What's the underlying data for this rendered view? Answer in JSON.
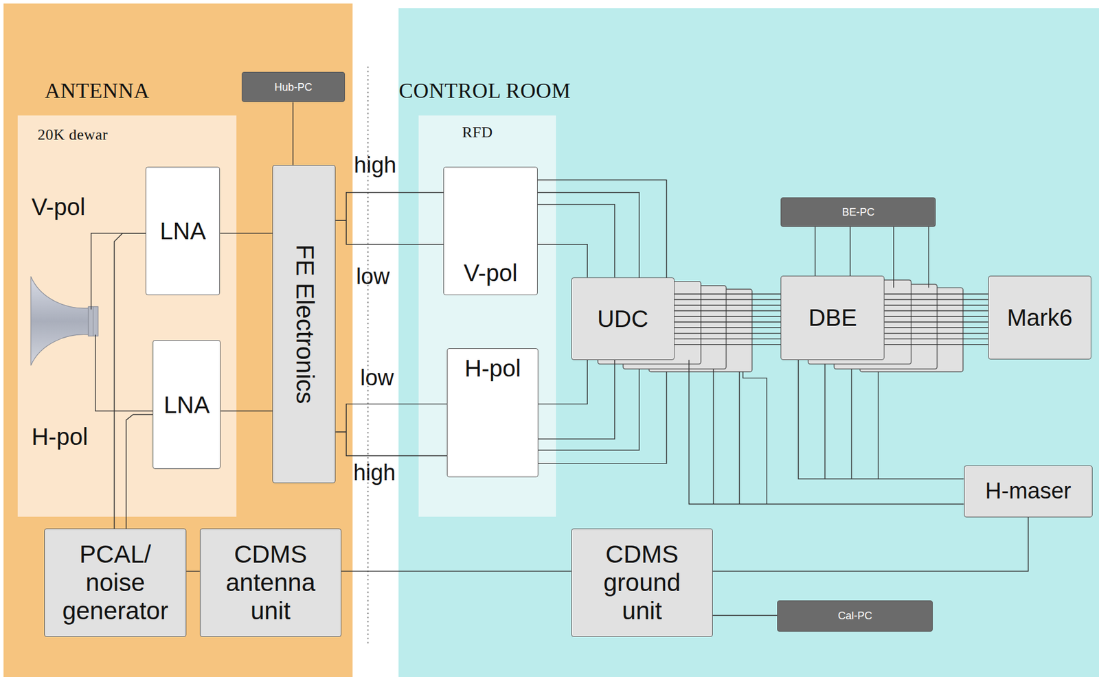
{
  "diagram": {
    "nodes": [
      {
        "text": [
          "ANTENNA"
        ]
      },
      {
        "text": [
          "20K dewar"
        ],
        "in": 0
      },
      {
        "text": [
          "Hub-PC"
        ],
        "in": 0
      },
      {
        "text": [
          "LNA"
        ],
        "in": 1
      },
      {
        "text": [
          "LNA"
        ],
        "in": 1
      },
      {
        "text": [
          "FE Electronics"
        ],
        "in": 0
      },
      {
        "text": [
          "PCAL/ noise generator"
        ],
        "in": 0
      },
      {
        "text": [
          "CDMS antenna unit"
        ],
        "in": 0
      },
      {
        "text": [
          "CONTROL ROOM"
        ]
      },
      {
        "text": [
          "RFD"
        ],
        "in": 8
      },
      {
        "text": [
          "V-pol"
        ],
        "in": 9
      },
      {
        "text": [
          "H-pol"
        ],
        "in": 9
      },
      {
        "text": [
          "UDC"
        ],
        "in": 8
      },
      {
        "text": [
          "BE-PC"
        ],
        "in": 8
      },
      {
        "text": [
          "DBE"
        ],
        "in": 8
      },
      {
        "text": [
          "Mark6"
        ],
        "in": 8
      },
      {
        "text": [
          "H-maser"
        ],
        "in": 8
      },
      {
        "text": [
          "CDMS ground unit"
        ],
        "in": 8
      },
      {
        "text": [
          "Cal-PC"
        ],
        "in": 8
      }
    ],
    "edges": [
      {
        "from": 3,
        "to": 5,
        "arrow": "none"
      },
      {
        "from": 4,
        "to": 5,
        "arrow": "none"
      },
      {
        "from": 2,
        "to": 5,
        "arrow": "none"
      },
      {
        "from": 5,
        "to": 10,
        "label": "high",
        "arrow": "none"
      },
      {
        "from": 5,
        "to": 10,
        "label": "low",
        "arrow": "none"
      },
      {
        "from": 5,
        "to": 11,
        "label": "low",
        "arrow": "none"
      },
      {
        "from": 5,
        "to": 11,
        "label": "high",
        "arrow": "none"
      },
      {
        "from": 10,
        "to": 12,
        "arrow": "none"
      },
      {
        "from": 10,
        "to": 12,
        "arrow": "none"
      },
      {
        "from": 11,
        "to": 12,
        "arrow": "none"
      },
      {
        "from": 11,
        "to": 12,
        "arrow": "none"
      },
      {
        "from": 12,
        "to": 14,
        "arrow": "none"
      },
      {
        "from": 14,
        "to": 15,
        "arrow": "none"
      },
      {
        "from": 13,
        "to": 14,
        "arrow": "none"
      },
      {
        "from": 16,
        "to": 14,
        "arrow": "none"
      },
      {
        "from": 16,
        "to": 12,
        "arrow": "none"
      },
      {
        "from": 16,
        "to": 17,
        "arrow": "none"
      },
      {
        "from": 17,
        "to": 7,
        "arrow": "none"
      },
      {
        "from": 17,
        "to": 18,
        "arrow": "none"
      },
      {
        "from": 6,
        "to": 7,
        "arrow": "none"
      },
      {
        "from": 6,
        "to": 3,
        "arrow": "none"
      },
      {
        "from": 6,
        "to": 4,
        "arrow": "none"
      }
    ],
    "labels": [
      "V-pol",
      "H-pol"
    ]
  }
}
